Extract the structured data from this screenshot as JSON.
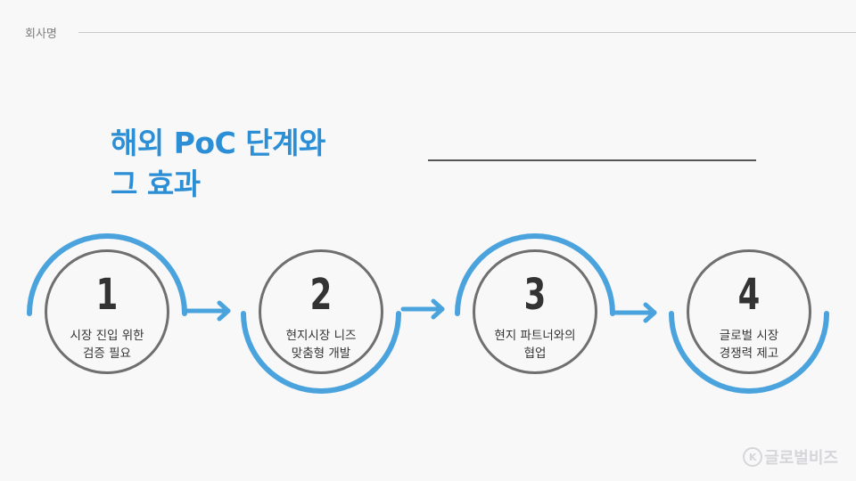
{
  "header": {
    "company": "회사명"
  },
  "title": {
    "line1": "해외 PoC 단계와",
    "line2": "그 효과"
  },
  "steps": [
    {
      "number": "1",
      "line1": "시장 진입 위한",
      "line2": "검증 필요"
    },
    {
      "number": "2",
      "line1": "현지시장 니즈",
      "line2": "맞춤형 개발"
    },
    {
      "number": "3",
      "line1": "현지 파트너와의",
      "line2": "협업"
    },
    {
      "number": "4",
      "line1": "글로벌 시장",
      "line2": "경쟁력 제고"
    }
  ],
  "watermark": {
    "text": "글로벌비즈"
  },
  "colors": {
    "accent": "#2c8fd6",
    "arc": "#4aa3dc",
    "circle_border": "#6f6f6f"
  }
}
